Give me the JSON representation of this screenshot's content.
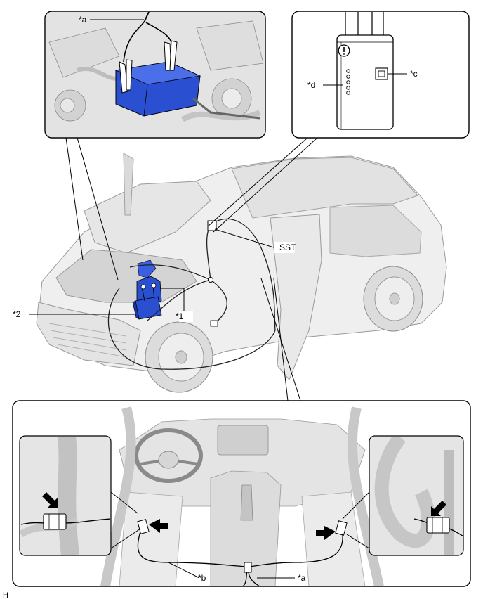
{
  "labels": {
    "a_top": "*a",
    "a_bottom": "*a",
    "b": "*b",
    "c": "*c",
    "d": "*d",
    "one": "*1",
    "two": "*2",
    "sst": "SST",
    "corner": "H"
  },
  "colors": {
    "battery": "#2a4fd0",
    "battery_dark": "#1a34a0",
    "outline": "#000000",
    "car_body": "#efefef",
    "car_shade": "#d8d8d8",
    "background": "#ffffff"
  },
  "icons": {
    "warning": "exclamation-in-circle-icon",
    "button": "square-button-icon",
    "arrows": "pointer-arrow-icon"
  }
}
